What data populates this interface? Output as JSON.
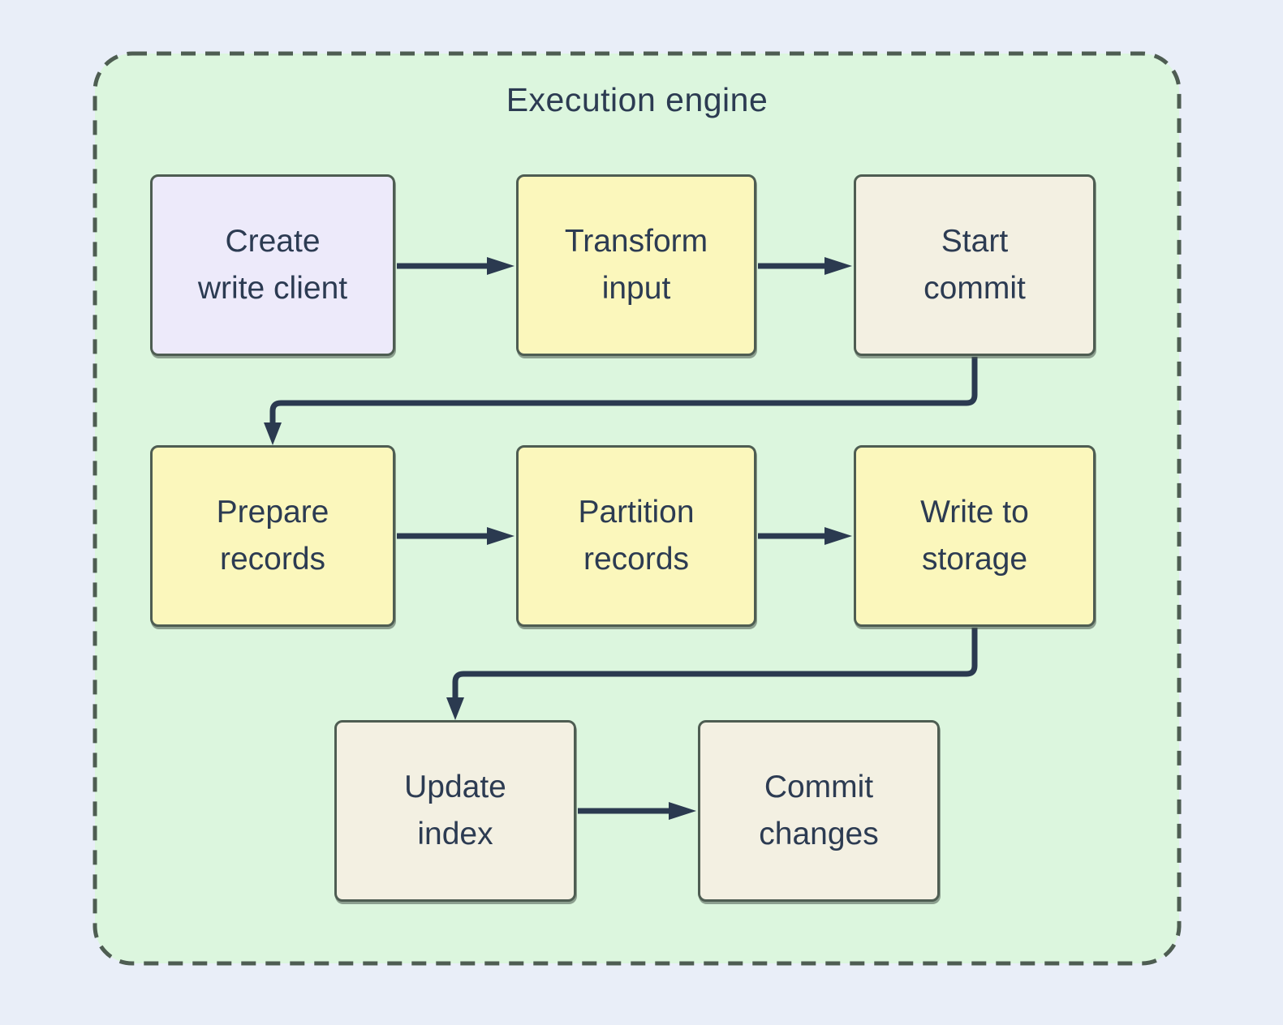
{
  "diagram": {
    "title": "Execution engine",
    "type": "flowchart"
  },
  "colors": {
    "page_background": "#e9eef8",
    "container_fill": "#dcf6de",
    "container_border": "#4e5d52",
    "node_border": "#4e5d52",
    "connector": "#2b3a50",
    "text": "#2c3b52",
    "node_fill_lavender": "#edeafa",
    "node_fill_yellow": "#fbf7bc",
    "node_fill_beige": "#f3f0e2"
  },
  "nodes": [
    {
      "id": "create-write-client",
      "label": "Create\nwrite client",
      "fill": "#edeafa"
    },
    {
      "id": "transform-input",
      "label": "Transform\ninput",
      "fill": "#fbf7bc"
    },
    {
      "id": "start-commit",
      "label": "Start\ncommit",
      "fill": "#f3f0e2"
    },
    {
      "id": "prepare-records",
      "label": "Prepare\nrecords",
      "fill": "#fbf7bc"
    },
    {
      "id": "partition-records",
      "label": "Partition\nrecords",
      "fill": "#fbf7bc"
    },
    {
      "id": "write-to-storage",
      "label": "Write to\nstorage",
      "fill": "#fbf7bc"
    },
    {
      "id": "update-index",
      "label": "Update\nindex",
      "fill": "#f3f0e2"
    },
    {
      "id": "commit-changes",
      "label": "Commit\nchanges",
      "fill": "#f3f0e2"
    }
  ],
  "edges": [
    {
      "from": "create-write-client",
      "to": "transform-input"
    },
    {
      "from": "transform-input",
      "to": "start-commit"
    },
    {
      "from": "start-commit",
      "to": "prepare-records"
    },
    {
      "from": "prepare-records",
      "to": "partition-records"
    },
    {
      "from": "partition-records",
      "to": "write-to-storage"
    },
    {
      "from": "write-to-storage",
      "to": "update-index"
    },
    {
      "from": "update-index",
      "to": "commit-changes"
    }
  ]
}
